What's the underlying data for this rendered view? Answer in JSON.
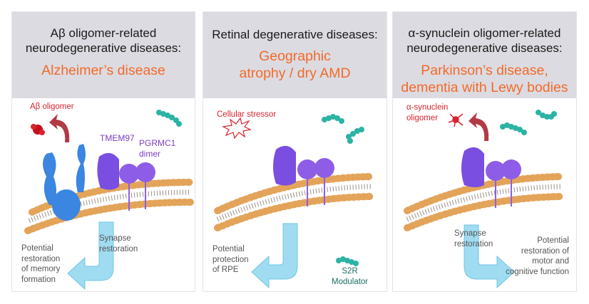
{
  "panels": [
    {
      "subtitle_lines": [
        "Aβ oligomer-related",
        "neurodegenerative diseases:"
      ],
      "disease_lines": [
        "Alzheimer’s disease"
      ],
      "labels": {
        "oligomer": "Aβ oligomer",
        "tmem97": "TMEM97",
        "pgrmc1_line1": "PGRMC1",
        "pgrmc1_line2": "dimer",
        "synapse_line1": "Synapse",
        "synapse_line2": "restoration",
        "outcome_lines": [
          "Potential",
          "restoration",
          "of memory",
          "formation"
        ]
      }
    },
    {
      "subtitle_lines": [
        "Retinal degenerative diseases:"
      ],
      "disease_lines": [
        "Geographic",
        "atrophy / dry AMD"
      ],
      "labels": {
        "stressor": "Cellular stressor",
        "outcome_lines": [
          "Potential",
          "protection",
          "of RPE"
        ],
        "modulator_line1": "S2R",
        "modulator_line2": "Modulator"
      }
    },
    {
      "subtitle_lines": [
        "α-synuclein oligomer-related",
        "neurodegenerative diseases:"
      ],
      "disease_lines": [
        "Parkinson’s disease,",
        "dementia with Lewy bodies"
      ],
      "labels": {
        "oligomer_line1": "α-synuclein",
        "oligomer_line2": "oligomer",
        "synapse_line1": "Synapse",
        "synapse_line2": "restoration",
        "outcome_lines": [
          "Potential",
          "restoration of",
          "motor and",
          "cognitive function"
        ]
      }
    }
  ],
  "colors": {
    "header_bg": "#dcdbe1",
    "disease_text": "#f26a2a",
    "oligomer_red": "#d9232e",
    "tmem97_purple": "#7a4ee0",
    "app_blue": "#3a86e0",
    "modulator_teal": "#2bb3a3",
    "arrow_fill": "#9fdcf2",
    "membrane_orange": "#e3a45a"
  }
}
